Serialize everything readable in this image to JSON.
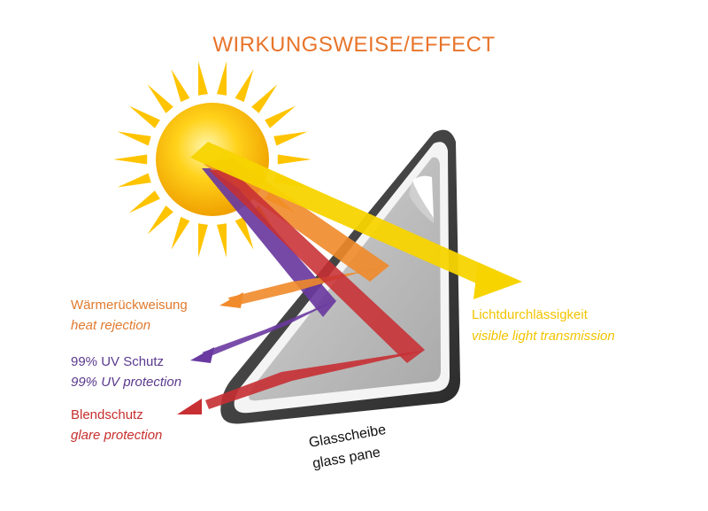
{
  "title": {
    "de": "WIRKUNGSWEISE",
    "sep": "/",
    "en": "EFFECT"
  },
  "labels": {
    "heat": {
      "de": "Wärmerückweisung",
      "en": "heat rejection"
    },
    "uv": {
      "de": "99% UV Schutz",
      "en": "99% UV protection"
    },
    "glare": {
      "de": "Blendschutz",
      "en": "glare protection"
    },
    "light": {
      "de": "Lichtdurchlässigkeit",
      "en": "visible light transmission"
    },
    "pane": {
      "de": "Glasscheibe",
      "en": "glass pane"
    }
  },
  "colors": {
    "title": "#e8742a",
    "heat": "#e07a2e",
    "uv": "#5b3a8e",
    "glare": "#c6302e",
    "light": "#f2c400",
    "sun": "#f7b500",
    "frame": "#3a3a3a",
    "glass": "#bdbdbd"
  },
  "icons": [
    "sun-icon",
    "glass-pane-icon"
  ]
}
